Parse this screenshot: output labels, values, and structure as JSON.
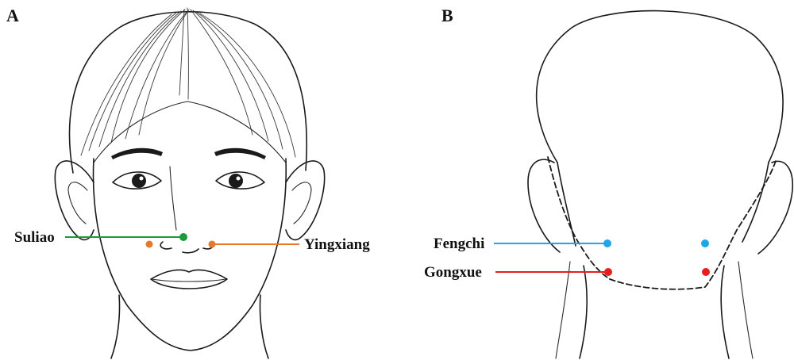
{
  "panels": [
    {
      "letter": "A",
      "points": [
        {
          "label": "Suliao",
          "color": "#1a9b3a"
        },
        {
          "label": "Yingxiang",
          "color": "#e8792b"
        }
      ]
    },
    {
      "letter": "B",
      "points": [
        {
          "label": "Fengchi",
          "color": "#1ba7e8"
        },
        {
          "label": "Gongxue",
          "color": "#e81e1e"
        }
      ]
    }
  ]
}
